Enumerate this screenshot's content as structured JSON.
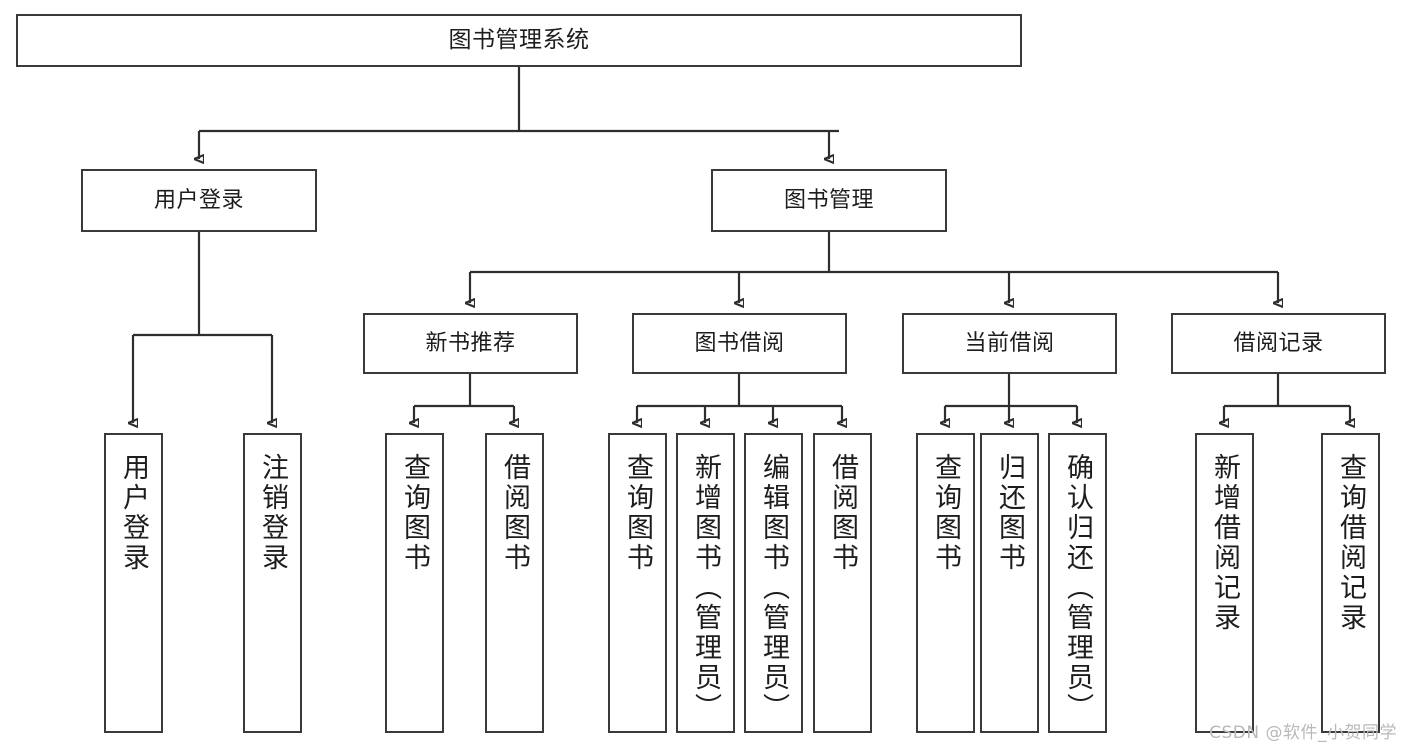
{
  "diagram": {
    "title": "图书管理系统",
    "watermark": "CSDN @软件_小贺同学",
    "accent_color": "#3a3a3a",
    "background_color": "#ffffff",
    "nodes": {
      "root": {
        "label": "图书管理系统"
      },
      "level2": [
        {
          "label": "用户登录"
        },
        {
          "label": "图书管理"
        }
      ],
      "level3": [
        {
          "label": "新书推荐"
        },
        {
          "label": "图书借阅"
        },
        {
          "label": "当前借阅"
        },
        {
          "label": "借阅记录"
        }
      ],
      "leaves_user_login": [
        {
          "label": "用户登录"
        },
        {
          "label": "注销登录"
        }
      ],
      "leaves_new_book": [
        {
          "label": "查询图书"
        },
        {
          "label": "借阅图书"
        }
      ],
      "leaves_borrow": [
        {
          "label": "查询图书"
        },
        {
          "label": "新增图书（管理员）"
        },
        {
          "label": "编辑图书（管理员）"
        },
        {
          "label": "借阅图书"
        }
      ],
      "leaves_current": [
        {
          "label": "查询图书"
        },
        {
          "label": "归还图书"
        },
        {
          "label": "确认归还（管理员）"
        }
      ],
      "leaves_records": [
        {
          "label": "新增借阅记录"
        },
        {
          "label": "查询借阅记录"
        }
      ]
    }
  }
}
